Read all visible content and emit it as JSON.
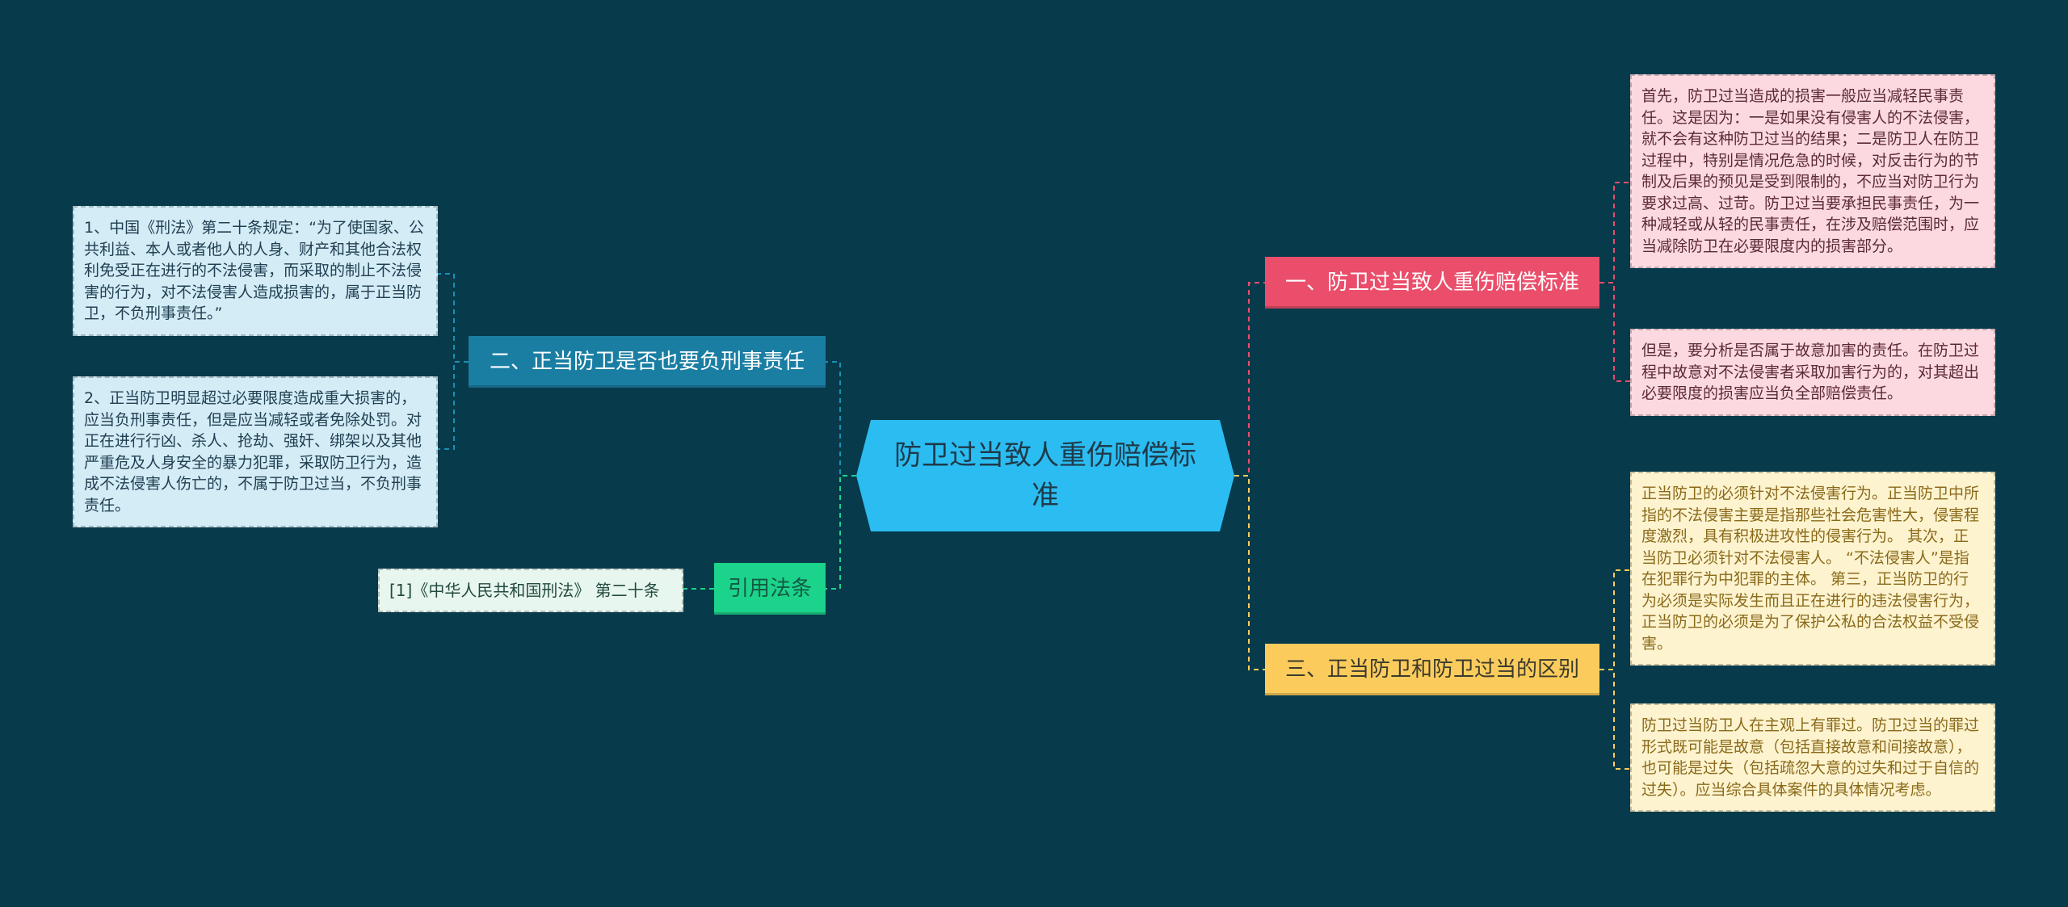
{
  "root": {
    "title": "防卫过当致人重伤赔偿标准"
  },
  "branches": {
    "b1": {
      "label": "一、防卫过当致人重伤赔偿标准",
      "color": "#ea4e6b",
      "children": [
        "首先，防卫过当造成的损害一般应当减轻民事责任。这是因为：一是如果没有侵害人的不法侵害，就不会有这种防卫过当的结果；二是防卫人在防卫过程中，特别是情况危急的时候，对反击行为的节制及后果的预见是受到限制的，不应当对防卫行为要求过高、过苛。防卫过当要承担民事责任，为一种减轻或从轻的民事责任，在涉及赔偿范围时，应当减除防卫在必要限度内的损害部分。",
        "但是，要分析是否属于故意加害的责任。在防卫过程中故意对不法侵害者采取加害行为的，对其超出必要限度的损害应当负全部赔偿责任。"
      ]
    },
    "b2": {
      "label": "二、正当防卫是否也要负刑事责任",
      "color": "#1a7ea3",
      "children": [
        "1、中国《刑法》第二十条规定：“为了使国家、公共利益、本人或者他人的人身、财产和其他合法权利免受正在进行的不法侵害，而采取的制止不法侵害的行为，对不法侵害人造成损害的，属于正当防卫，不负刑事责任。”",
        "2、正当防卫明显超过必要限度造成重大损害的，应当负刑事责任，但是应当减轻或者免除处罚。对正在进行行凶、杀人、抢劫、强奸、绑架以及其他严重危及人身安全的暴力犯罪，采取防卫行为，造成不法侵害人伤亡的，不属于防卫过当，不负刑事责任。"
      ]
    },
    "b3": {
      "label": "三、正当防卫和防卫过当的区别",
      "color": "#fbcc5c",
      "children": [
        "正当防卫的必须针对不法侵害行为。正当防卫中所指的不法侵害主要是指那些社会危害性大，侵害程度激烈，具有积极进攻性的侵害行为。 其次，正当防卫必须针对不法侵害人。 “不法侵害人”是指在犯罪行为中犯罪的主体。 第三，正当防卫的行为必须是实际发生而且正在进行的违法侵害行为，正当防卫的必须是为了保护公私的合法权益不受侵害。",
        "防卫过当防卫人在主观上有罪过。防卫过当的罪过形式既可能是故意（包括直接故意和间接故意），也可能是过失（包括疏忽大意的过失和过于自信的过失）。应当综合具体案件的具体情况考虑。"
      ]
    },
    "b4": {
      "label": "引用法条",
      "color": "#1bd38a",
      "children": [
        "[1]《中华人民共和国刑法》 第二十条"
      ]
    }
  },
  "colors": {
    "background": "#073a4b",
    "root": "#2bbdf1",
    "link_red": "#ea4e6b",
    "link_blue": "#1a8fb8",
    "link_yellow": "#fbcc5c",
    "link_green": "#1bd38a"
  }
}
